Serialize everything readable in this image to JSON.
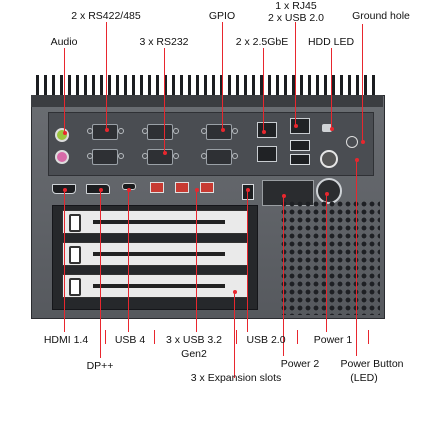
{
  "labels": {
    "rs422": "2 x RS422/485",
    "gpio": "GPIO",
    "rj45_line1": "1 x RJ45",
    "rj45_line2": "2 x USB 2.0",
    "ground": "Ground hole",
    "audio": "Audio",
    "rs232": "3 x RS232",
    "gbe": "2 x 2.5GbE",
    "hdd": "HDD LED",
    "hdmi": "HDMI 1.4",
    "dp": "DP++",
    "usb4": "USB 4",
    "usb32": "3 x USB 3.2",
    "gen2": "Gen2",
    "usb20": "USB 2.0",
    "power1": "Power 1",
    "power2": "Power 2",
    "power_button": "Power Button",
    "led": "(LED)",
    "expansion": "3 x Expansion slots"
  },
  "colors": {
    "leader": "#e8272e",
    "chassis": "#5f6267",
    "port_usb32": "#c83a32"
  },
  "icons": [
    "db9-connector",
    "rj45-port",
    "usb-port",
    "hdmi-port",
    "power-button-icon",
    "ground-icon",
    "vent-grille"
  ]
}
